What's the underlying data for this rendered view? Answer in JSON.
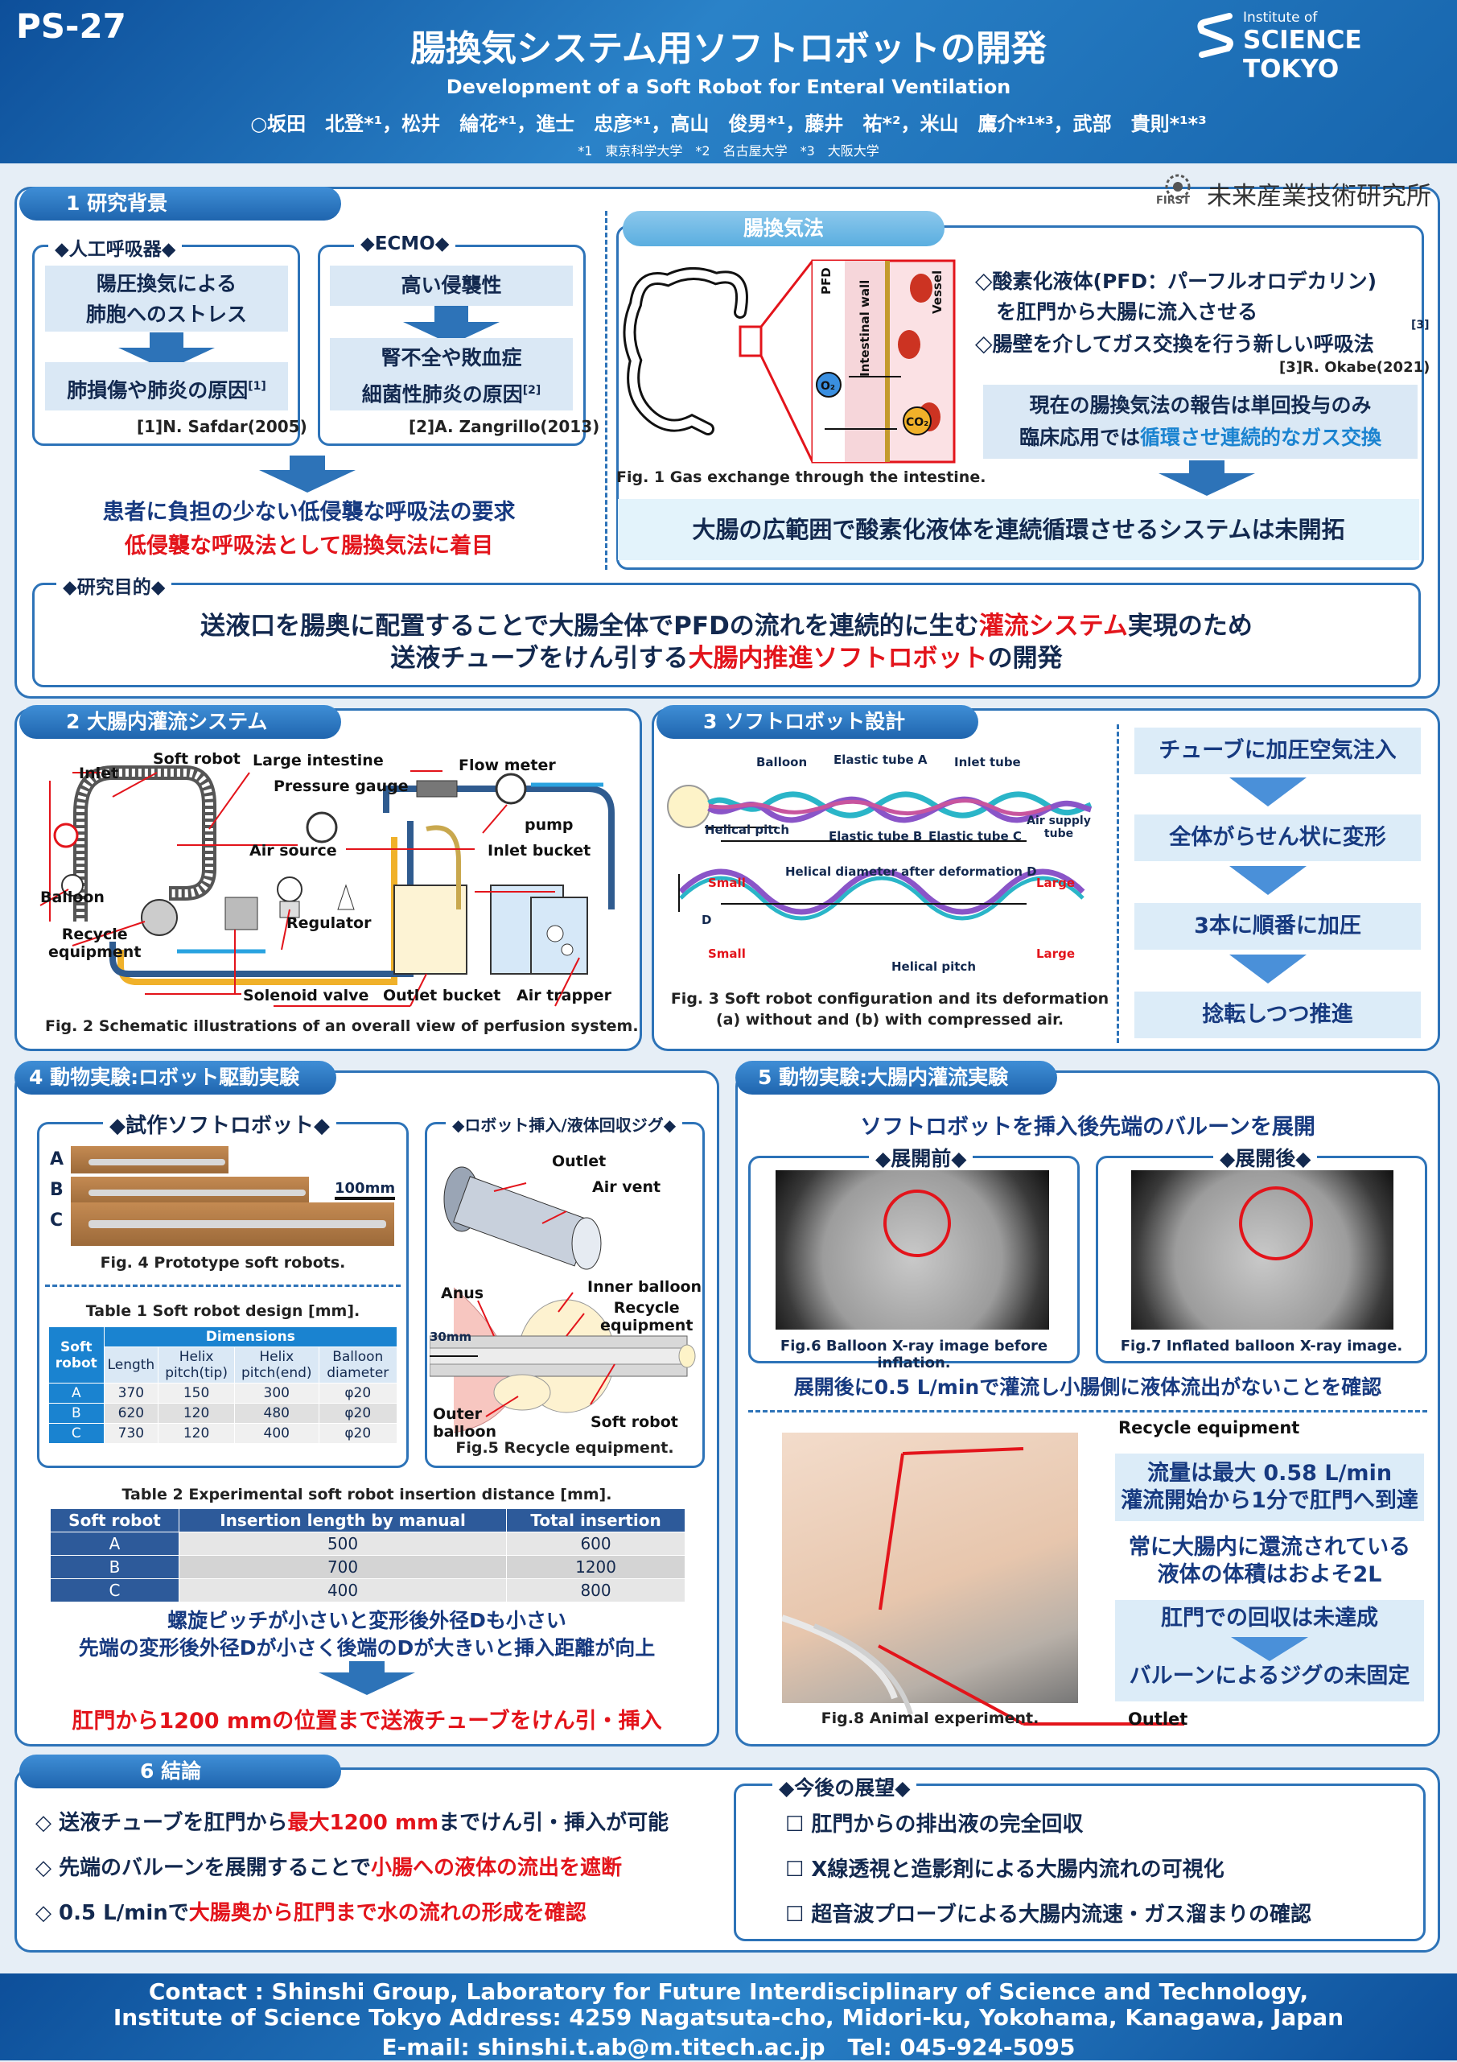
{
  "header": {
    "code": "PS-27",
    "title": "腸換気システム用ソフトロボットの開発",
    "subtitle": "Development of a Soft Robot for Enteral Ventilation",
    "authors": "○坂田　北登*¹，松井　綸花*¹，進士　忠彦*¹，高山　俊男*¹，藤井　祐*²，米山　鷹介*¹*³，武部　貴則*¹*³",
    "affiliations": "*1　東京科学大学　*2　名古屋大学　*3　大阪大学",
    "logo_small": "Institute of",
    "logo_large": "SCIENCE TOKYO",
    "first_label": "FIRST",
    "first_name": "未来産業技術研究所"
  },
  "s1": {
    "tab": "1  研究背景",
    "ventilator": {
      "title": "人工呼吸器",
      "box1a": "陽圧換気による",
      "box1b": "肺胞へのストレス",
      "box2": "肺損傷や肺炎の原因",
      "sup": "[1]",
      "ref": "[1]N. Safdar(2005)"
    },
    "ecmo": {
      "title": "ECMO",
      "box1": "高い侵襲性",
      "box2a": "腎不全や敗血症",
      "box2b": "細菌性肺炎の原因",
      "sup": "[2]",
      "ref": "[2]A. Zangrillo(2013)"
    },
    "need": "患者に負担の少ない低侵襲な呼吸法の要求",
    "focus": "低侵襲な呼吸法として腸換気法に着目",
    "eva": {
      "title": "腸換気法",
      "fig_labels": {
        "pfd": "PFD",
        "wall": "Intestinal wall",
        "vessel": "Vessel",
        "o2": "O₂",
        "co2": "CO₂"
      },
      "fig_caption": "Fig. 1 Gas exchange through the intestine.",
      "bullet1a": "酸素化液体(PFD：パーフルオロデカリン)",
      "bullet1b": "を肛門から大腸に流入させる",
      "bullet2": "腸壁を介してガス交換を行う新しい呼吸法",
      "sup": "[3]",
      "ref": "[3]R. Okabe(2021)",
      "box_line1": "現在の腸換気法の報告は単回投与のみ",
      "box_line2_pre": "臨床応用では",
      "box_line2_hl": "循環させ連続的なガス交換",
      "conclusion": "大腸の広範囲で酸素化液体を連続循環させるシステムは未開拓"
    },
    "purpose": {
      "title": "研究目的",
      "l1_pre": "送液口を腸奥に配置することで大腸全体でPFDの流れを連続的に生む",
      "l1_red": "灌流システム",
      "l1_post": "実現のため",
      "l2_pre": "送液チューブをけん引する",
      "l2_red": "大腸内推進ソフトロボット",
      "l2_post": "の開発"
    }
  },
  "s2": {
    "tab": "2  大腸内灌流システム",
    "labels": {
      "inlet": "Inlet",
      "soft_robot": "Soft robot",
      "large_intestine": "Large intestine",
      "flow_meter": "Flow meter",
      "pressure_gauge": "Pressure gauge",
      "pump": "pump",
      "air_source": "Air source",
      "inlet_bucket": "Inlet bucket",
      "balloon": "Balloon",
      "regulator": "Regulator",
      "recycle_equipment": "Recycle\nequipment",
      "solenoid_valve": "Solenoid valve",
      "outlet_bucket": "Outlet bucket",
      "air_trapper": "Air trapper"
    },
    "caption": "Fig. 2 Schematic illustrations of an overall view of perfusion system."
  },
  "s3": {
    "tab": "3  ソフトロボット設計",
    "labels": {
      "balloon": "Balloon",
      "tube_a": "Elastic tube A",
      "inlet_tube": "Inlet tube",
      "helical_pitch": "Helical pitch",
      "tube_b": "Elastic tube B",
      "tube_c": "Elastic tube C",
      "air_supply": "Air supply tube",
      "diam_title": "Helical diameter after deformation D",
      "small": "Small",
      "large": "Large",
      "d": "D",
      "helical_pitch2": "Helical pitch"
    },
    "caption1": "Fig. 3  Soft robot configuration and its deformation",
    "caption2": "(a) without and (b) with compressed air.",
    "flow": [
      "チューブに加圧空気注入",
      "全体がらせん状に変形",
      "3本に順番に加圧",
      "捻転しつつ推進"
    ]
  },
  "s4": {
    "tab": "4  動物実験:ロボット駆動実験",
    "proto_title": "試作ソフトロボット",
    "letters": [
      "A",
      "B",
      "C"
    ],
    "scale": "100mm",
    "fig4": "Fig. 4 Prototype soft robots.",
    "table1_title": "Table 1 Soft robot design [mm].",
    "table1": {
      "head_robot": "Soft robot",
      "head_dims": "Dimensions",
      "cols": [
        "Length",
        "Helix pitch(tip)",
        "Helix pitch(end)",
        "Balloon diameter"
      ],
      "rows": [
        [
          "A",
          "370",
          "150",
          "300",
          "φ20"
        ],
        [
          "B",
          "620",
          "120",
          "480",
          "φ20"
        ],
        [
          "C",
          "730",
          "120",
          "400",
          "φ20"
        ]
      ]
    },
    "jig_title": "ロボット挿入/液体回収ジグ",
    "jig_labels": {
      "outlet": "Outlet",
      "air_vent": "Air vent",
      "anus": "Anus",
      "inner_balloon": "Inner balloon",
      "recycle": "Recycle\nequipment",
      "mm30": "30mm",
      "outer_balloon": "Outer\nballoon",
      "soft_robot": "Soft robot"
    },
    "fig5": "Fig.5 Recycle equipment.",
    "table2_title": "Table 2 Experimental soft robot insertion distance [mm].",
    "table2": {
      "cols": [
        "Soft robot",
        "Insertion length by manual",
        "Total insertion"
      ],
      "rows": [
        [
          "A",
          "500",
          "600"
        ],
        [
          "B",
          "700",
          "1200"
        ],
        [
          "C",
          "400",
          "800"
        ]
      ]
    },
    "finding1": "螺旋ピッチが小さいと変形後外径Dも小さい",
    "finding2": "先端の変形後外径Dが小さく後端のDが大きいと挿入距離が向上",
    "result": "肛門から1200 mmの位置まで送液チューブをけん引・挿入"
  },
  "s5": {
    "tab": "5  動物実験:大腸内灌流実験",
    "lead": "ソフトロボットを挿入後先端のバルーンを展開",
    "before": "展開前",
    "after": "展開後",
    "fig6": "Fig.6 Balloon X-ray image before inflation.",
    "fig7": "Fig.7 Inflated balloon X-ray image.",
    "confirm": "展開後に0.5 L/minで灌流し小腸側に液体流出がないことを確認",
    "recycle": "Recycle equipment",
    "outlet": "Outlet",
    "fig8": "Fig.8 Animal experiment.",
    "box1a": "流量は最大 0.58 L/min",
    "box1b": "灌流開始から1分で肛門へ到達",
    "box2a": "常に大腸内に還流されている",
    "box2b": "液体の体積はおよそ2L",
    "box3a": "肛門での回収は未達成",
    "box3b": "バルーンによるジグの未固定"
  },
  "s6": {
    "tab": "6  結論",
    "c1_pre": "送液チューブを肛門から",
    "c1_red": "最大1200 mm",
    "c1_post": "までけん引・挿入が可能",
    "c2_pre": "先端のバルーンを展開することで",
    "c2_red": "小腸への液体の流出を遮断",
    "c3_pre": "0.5 L/minで",
    "c3_red": "大腸奥から肛門まで水の流れの形成を確認",
    "future_title": "今後の展望",
    "future": [
      "肛門からの排出液の完全回収",
      "X線透視と造影剤による大腸内流れの可視化",
      "超音波プローブによる大腸内流速・ガス溜まりの確認"
    ]
  },
  "footer": {
    "l1": "Contact : Shinshi Group, Laboratory for Future Interdisciplinary of Science and Technology,",
    "l2": "Institute of Science Tokyo Address: 4259 Nagatsuta-cho, Midori-ku, Yokohama, Kanagawa, Japan",
    "l3": "E-mail: shinshi.t.ab@m.titech.ac.jp　Tel: 045-924-5095"
  },
  "colors": {
    "accent": "#2d73b8",
    "red": "#e3141b",
    "light": "#dae8f5",
    "highlight": "#1a83d0",
    "navy": "#13294f"
  }
}
